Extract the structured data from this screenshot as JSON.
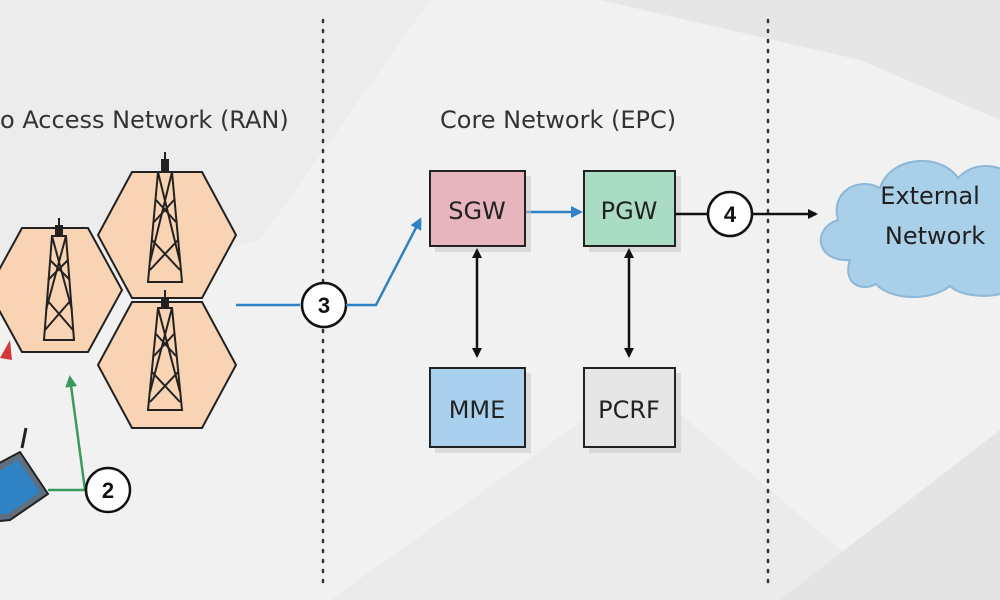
{
  "sections": {
    "ran_title": "o Access Network (RAN)",
    "core_title": "Core Network (EPC)"
  },
  "nodes": {
    "sgw": "SGW",
    "pgw": "PGW",
    "mme": "MME",
    "pcrf": "PCRF"
  },
  "cloud": {
    "line1": "External",
    "line2": "Network"
  },
  "steps": {
    "step2": "2",
    "step3": "3",
    "step4": "4"
  },
  "colors": {
    "sgw": "#e7b5bd",
    "pgw": "#a9dcc2",
    "mme": "#a9d1ee",
    "pcrf": "#e6e6e6",
    "hex": "#f8d3b4",
    "cloud": "#a9cfe9",
    "blue_link": "#2f82c4",
    "green_link": "#3a9a5b",
    "red_link": "#d23a3a"
  }
}
